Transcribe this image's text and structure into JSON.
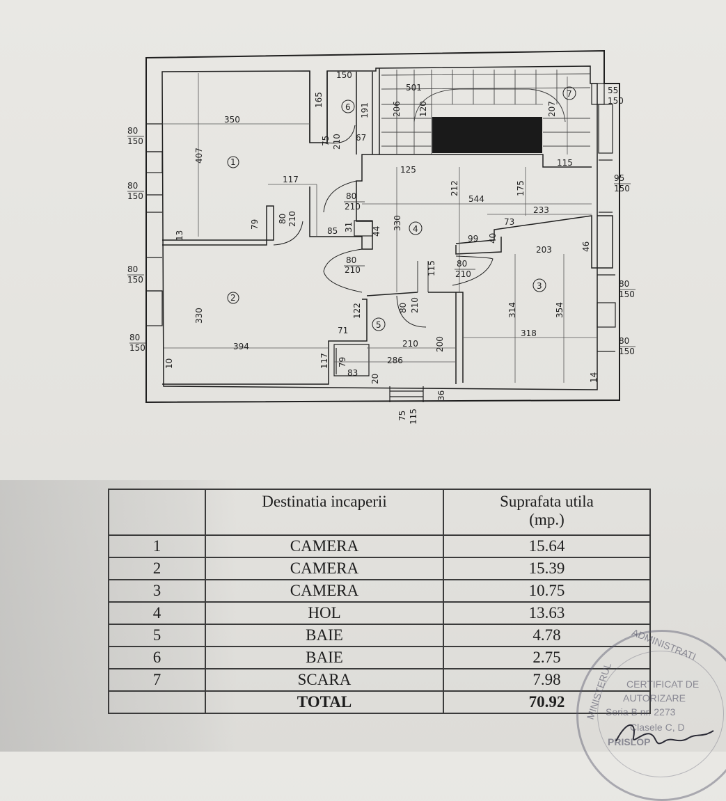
{
  "plan": {
    "dims": {
      "w350": "350",
      "h407": "407",
      "w150": "150",
      "h165": "165",
      "h191": "191",
      "d75": "75",
      "d210a": "210",
      "w67": "67",
      "w501": "501",
      "h120": "120",
      "h206": "206",
      "h207": "207",
      "w55": "55",
      "h150a": "150",
      "w125": "125",
      "h212": "212",
      "w544": "544",
      "h175": "175",
      "w115": "115",
      "w233": "233",
      "w117": "117",
      "h79": "79",
      "w80a": "80",
      "h210b": "210",
      "w85": "85",
      "h31": "31",
      "h44": "44",
      "h330a": "330",
      "w73": "73",
      "w99": "99",
      "h40": "40",
      "w203": "203",
      "h46": "46",
      "h13a": "13",
      "h330b": "330",
      "h122": "122",
      "h115a": "115",
      "h314": "314",
      "h354": "354",
      "w71": "71",
      "w394": "394",
      "w210": "210",
      "h200": "200",
      "w318": "318",
      "h117b": "117",
      "h79b": "79",
      "w286": "286",
      "w83": "83",
      "h20": "20",
      "h36": "36",
      "w14": "14",
      "w10": "10",
      "w75b": "75",
      "h115b": "115"
    },
    "windows": [
      {
        "w": "80",
        "h": "150"
      },
      {
        "w": "80",
        "h": "150"
      },
      {
        "w": "80",
        "h": "150"
      },
      {
        "w": "80",
        "h": "150"
      },
      {
        "w": "95",
        "h": "150"
      },
      {
        "w": "80",
        "h": "150"
      },
      {
        "w": "80",
        "h": "150"
      }
    ],
    "doors": [
      {
        "w": "80",
        "h": "210"
      },
      {
        "w": "80",
        "h": "210"
      },
      {
        "w": "80",
        "h": "210"
      },
      {
        "w": "80",
        "h": "210"
      },
      {
        "w": "80",
        "h": "210"
      }
    ],
    "rooms": [
      "1",
      "2",
      "3",
      "4",
      "5",
      "6",
      "7"
    ]
  },
  "table": {
    "header": {
      "destination": "Destinatia incaperii",
      "area": "Suprafata utila",
      "unit": "(mp.)"
    },
    "rows": [
      {
        "nr": "1",
        "name": "CAMERA",
        "area": "15.64"
      },
      {
        "nr": "2",
        "name": "CAMERA",
        "area": "15.39"
      },
      {
        "nr": "3",
        "name": "CAMERA",
        "area": "10.75"
      },
      {
        "nr": "4",
        "name": "HOL",
        "area": "13.63"
      },
      {
        "nr": "5",
        "name": "BAIE",
        "area": "4.78"
      },
      {
        "nr": "6",
        "name": "BAIE",
        "area": "2.75"
      },
      {
        "nr": "7",
        "name": "SCARA",
        "area": "7.98"
      }
    ],
    "total": {
      "label": "TOTAL",
      "area": "70.92"
    }
  },
  "stamp": {
    "ring_top": "ADMINISTRATI",
    "ring_left": "MINISTERUL",
    "line1": "CERTIFICAT DE",
    "line2": "AUTORIZARE",
    "line3": "Seria B nr. 2273",
    "line4": "Clasele C, D",
    "name": "PRISLOP"
  },
  "colors": {
    "ink": "#1d1d1d",
    "paper": "#e7e6e2",
    "stair_void": "#1a1a1a",
    "stamp": "#5a5a6e"
  }
}
